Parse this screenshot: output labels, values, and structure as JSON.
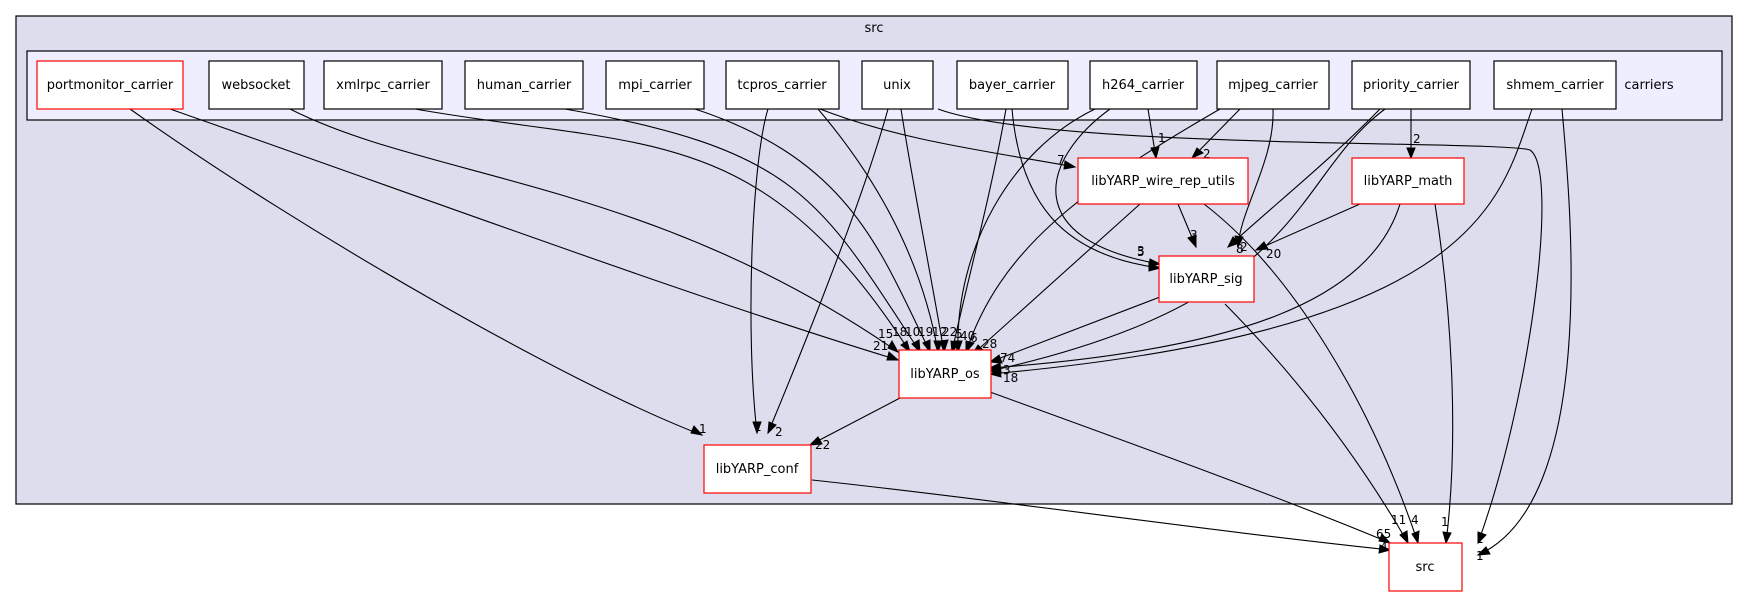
{
  "clusters": {
    "src": "src",
    "carriers": "carriers"
  },
  "nodes": {
    "portmonitor_carrier": "portmonitor_carrier",
    "websocket": "websocket",
    "xmlrpc_carrier": "xmlrpc_carrier",
    "human_carrier": "human_carrier",
    "mpi_carrier": "mpi_carrier",
    "tcpros_carrier": "tcpros_carrier",
    "unix": "unix",
    "bayer_carrier": "bayer_carrier",
    "h264_carrier": "h264_carrier",
    "mjpeg_carrier": "mjpeg_carrier",
    "priority_carrier": "priority_carrier",
    "shmem_carrier": "shmem_carrier",
    "libYARP_wire_rep_utils": "libYARP_wire_rep_utils",
    "libYARP_math": "libYARP_math",
    "libYARP_sig": "libYARP_sig",
    "libYARP_os": "libYARP_os",
    "libYARP_conf": "libYARP_conf",
    "src_ext": "src"
  },
  "edge_labels": {
    "portmonitor_to_conf": "1",
    "portmonitor_to_os": "21",
    "websocket_to_os": "15",
    "xmlrpc_to_os": "18",
    "human_to_os": "10",
    "mpi_to_os": "19",
    "tcpros_to_os": "12",
    "unix_to_os": "22",
    "tcpros_to_conf": "1",
    "unix_to_conf": "2",
    "tcpros_to_wire": "7",
    "h264_to_wire": "1",
    "mjpeg_to_wire": "2",
    "priority_to_math": "2",
    "bayer_to_os": "5",
    "h264_to_os": "40",
    "mjpeg_to_os": "6",
    "os_in_28": "28",
    "sig_to_os": "74",
    "math_to_os": "3",
    "priority_to_os": "8",
    "shmem_to_os": "18",
    "bayer_to_sig": "5",
    "h264_to_sig": "3",
    "wire_to_sig": "3",
    "mjpeg_to_sig": "8",
    "priority_to_sig": "2",
    "math_to_sig": "20",
    "os_to_conf": "22",
    "conf_to_src": "4",
    "os_to_src": "65",
    "sig_to_src": "11",
    "wire_to_src": "4",
    "math_to_src": "1",
    "unix_to_src": "1",
    "shmem_to_src": "1"
  }
}
